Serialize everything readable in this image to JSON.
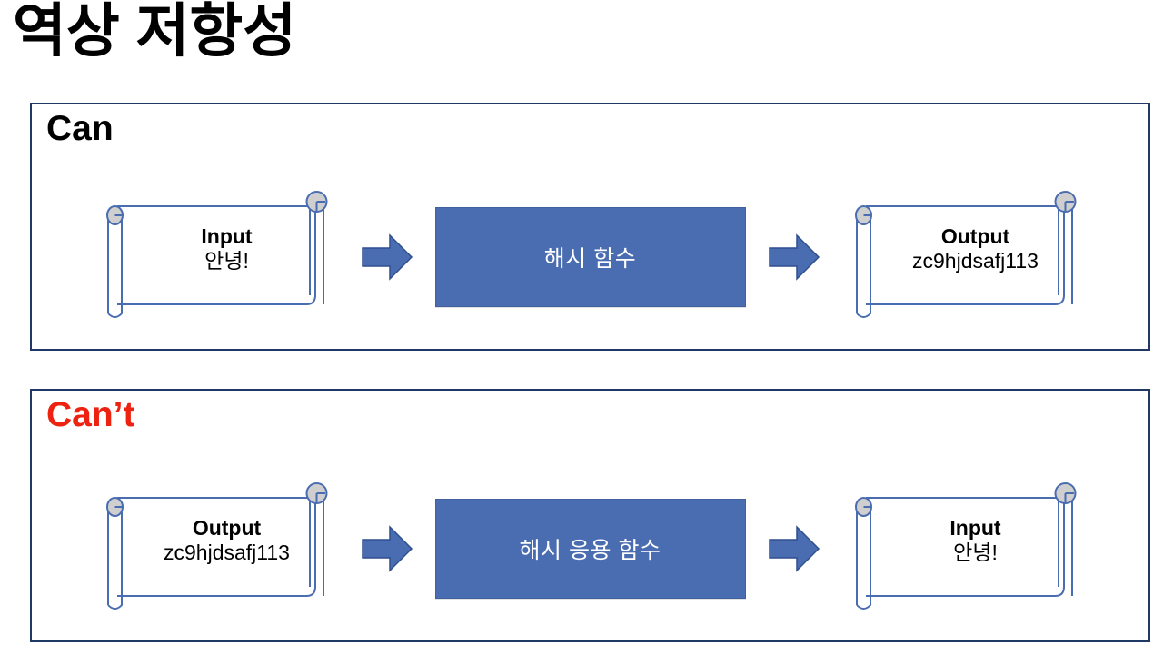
{
  "slide": {
    "title": "역상 저항성"
  },
  "accent_colors": {
    "panel_border": "#1f3864",
    "process_fill": "#4a6cb0",
    "process_border": "#41619f",
    "arrow_fill": "#4a6cb0",
    "arrow_border": "#2f4f8f",
    "scroll_border": "#4a6cb0",
    "scroll_curl_fill": "#cfcfcf",
    "cant_label": "#ee2211",
    "can_label": "#000000",
    "process_text": "#ffffff",
    "scroll_text": "#000000"
  },
  "panels": [
    {
      "id": "can",
      "label": "Can",
      "flow": {
        "source": {
          "title": "Input",
          "value": "안녕!"
        },
        "process": {
          "label": "해시 함수"
        },
        "result": {
          "title": "Output",
          "value": "zc9hjdsafj113"
        },
        "arrow_1": "right-arrow",
        "arrow_2": "right-arrow"
      }
    },
    {
      "id": "cant",
      "label": "Can’t",
      "flow": {
        "source": {
          "title": "Output",
          "value": "zc9hjdsafj113"
        },
        "process": {
          "label": "해시 응용 함수"
        },
        "result": {
          "title": "Input",
          "value": "안녕!"
        },
        "arrow_1": "right-arrow",
        "arrow_2": "right-arrow"
      }
    }
  ]
}
